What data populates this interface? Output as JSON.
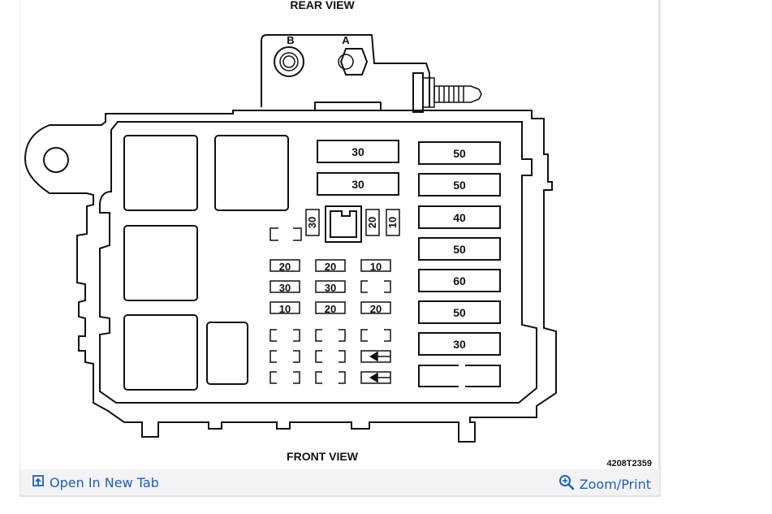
{
  "diagram": {
    "rear_view_label": "REAR VIEW",
    "front_view_label": "FRONT VIEW",
    "figure_code": "4208T2359",
    "terminal_b_label": "B",
    "terminal_a_label": "A",
    "maxi_fuses": [
      "30",
      "30"
    ],
    "large_fuses": [
      "50",
      "50",
      "40",
      "50",
      "60",
      "50",
      "30"
    ],
    "vertical_fuses": [
      "30",
      "20",
      "10"
    ],
    "mini_fuses_row1": [
      "20",
      "20",
      "10"
    ],
    "mini_fuses_row2": [
      "30",
      "30"
    ],
    "mini_fuses_row3": [
      "10",
      "20",
      "20"
    ]
  },
  "caption": {
    "open_label": "Open In New Tab",
    "zoom_label": "Zoom/Print",
    "open_icon": "open-in-new-tab-icon",
    "zoom_icon": "magnifier-zoom-icon",
    "link_color": "#1f5fb5"
  }
}
